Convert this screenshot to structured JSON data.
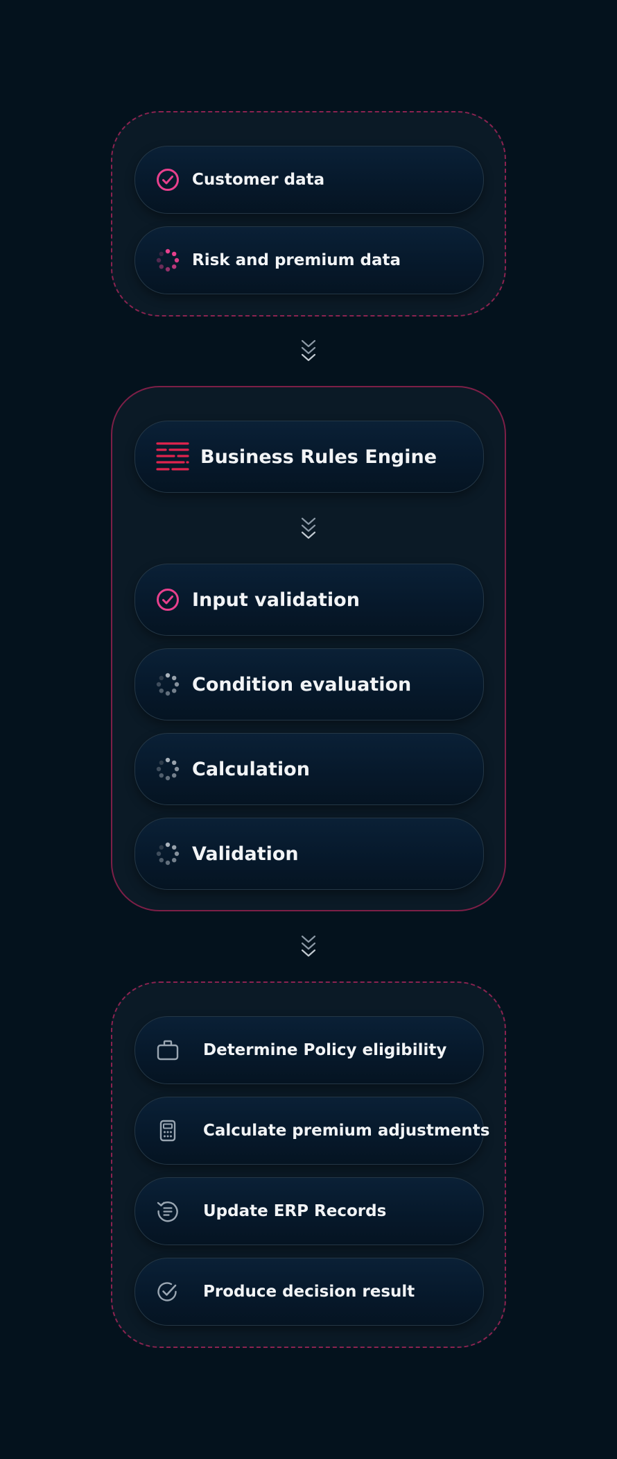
{
  "colors": {
    "accent": "#e8408d",
    "accent_red": "#e0244e",
    "background": "#04121d",
    "group_bg": "#0b1a26",
    "muted_icon": "#8c99a6"
  },
  "input_group": {
    "items": [
      {
        "label": "Customer data",
        "icon": "check-circle-icon",
        "status": "done"
      },
      {
        "label": "Risk and premium data",
        "icon": "spinner-icon",
        "status": "loading"
      }
    ]
  },
  "engine_group": {
    "title": "Business Rules Engine",
    "title_icon": "rules-lines-icon",
    "steps": [
      {
        "label": "Input validation",
        "icon": "check-circle-icon",
        "status": "done"
      },
      {
        "label": "Condition evaluation",
        "icon": "spinner-icon",
        "status": "pending"
      },
      {
        "label": "Calculation",
        "icon": "spinner-icon",
        "status": "pending"
      },
      {
        "label": "Validation",
        "icon": "spinner-icon",
        "status": "pending"
      }
    ]
  },
  "output_group": {
    "items": [
      {
        "label": "Determine Policy eligibility",
        "icon": "briefcase-icon"
      },
      {
        "label": "Calculate premium adjustments",
        "icon": "calculator-icon"
      },
      {
        "label": "Update ERP Records",
        "icon": "history-list-icon"
      },
      {
        "label": "Produce decision result",
        "icon": "check-badge-icon"
      }
    ]
  }
}
